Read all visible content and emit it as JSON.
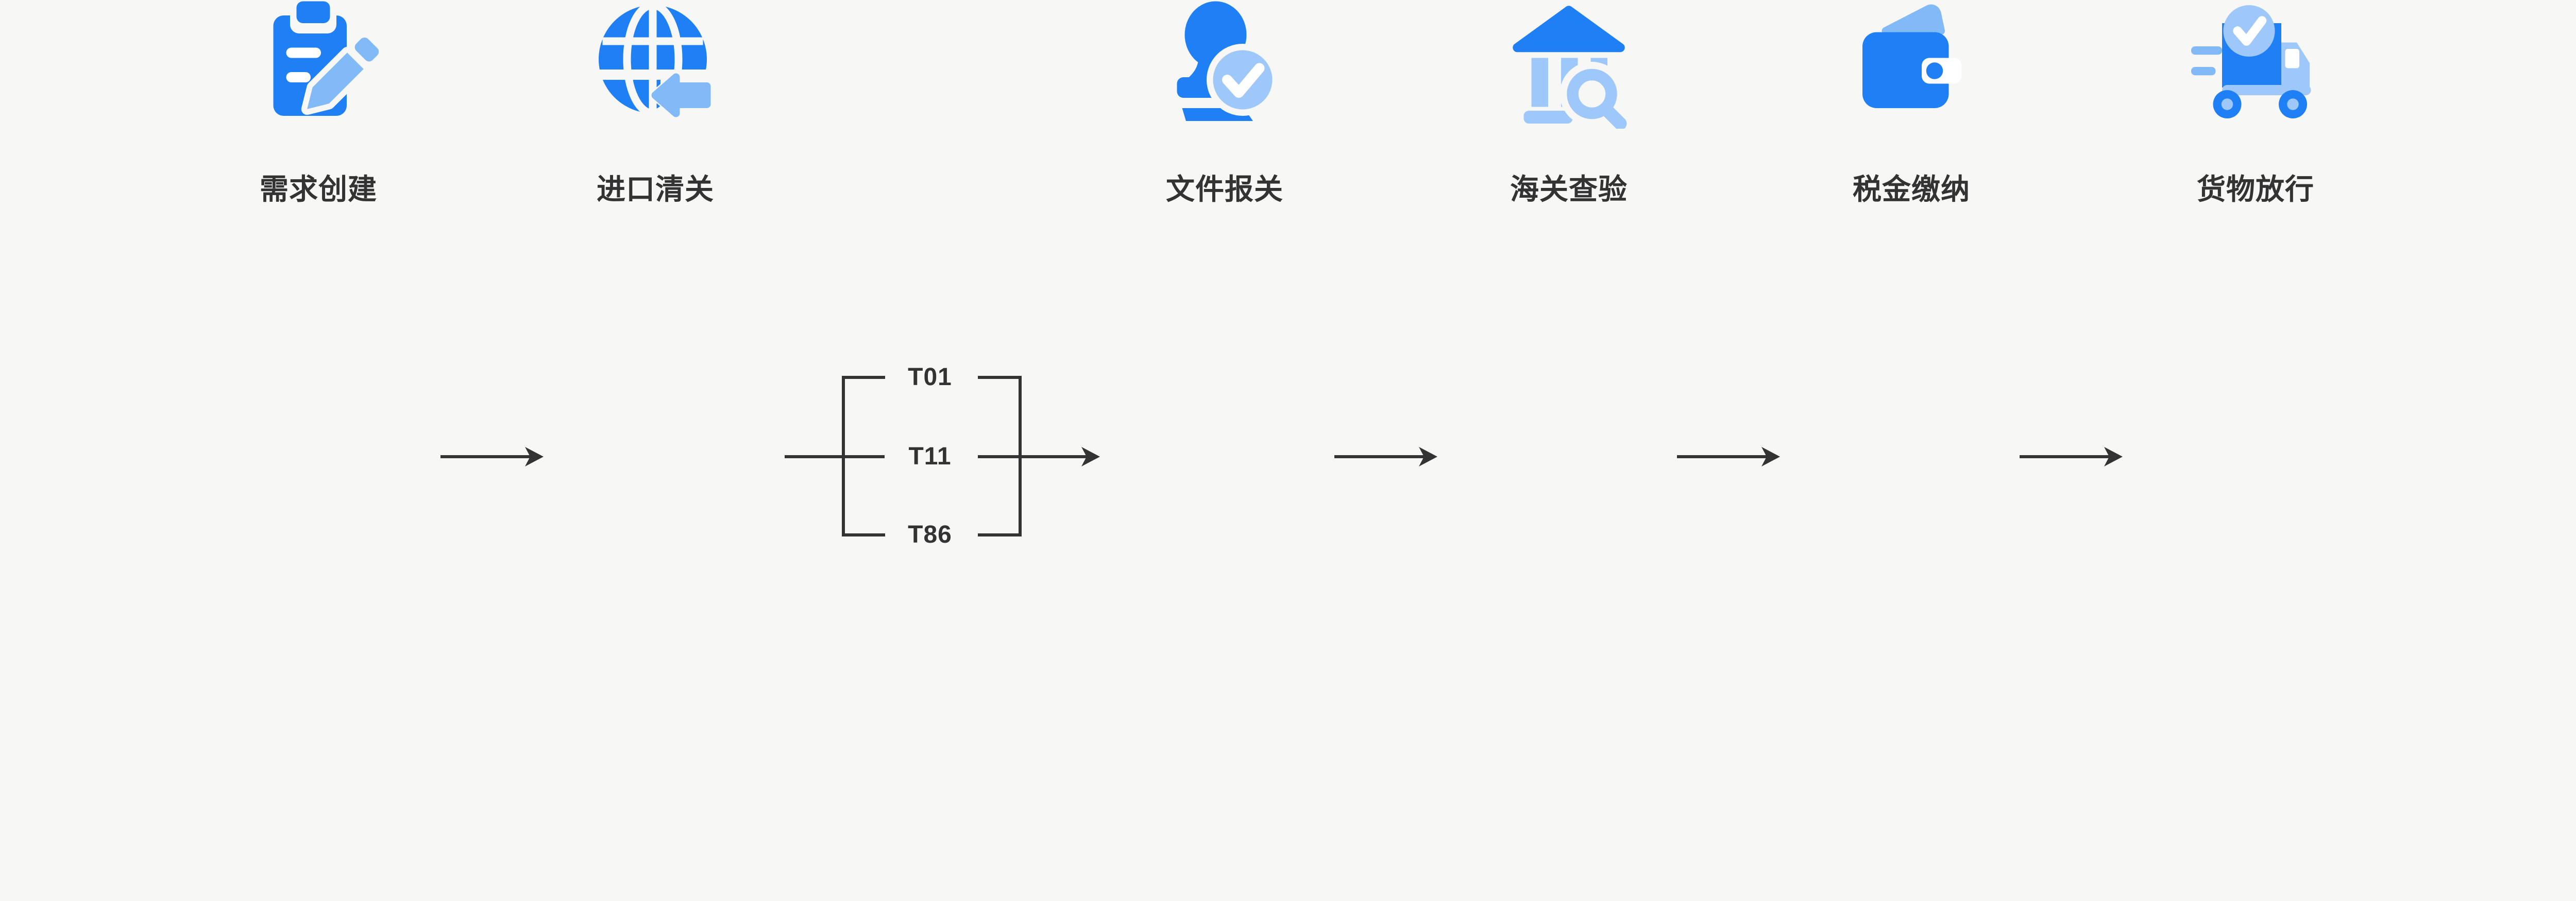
{
  "diagram": {
    "title": "import-customs-clearance-flow",
    "nodes": [
      {
        "id": "demand-creation",
        "label": "需求创建",
        "icon": "clipboard-edit-icon"
      },
      {
        "id": "import-clearance",
        "label": "进口清关",
        "icon": "globe-import-icon"
      },
      {
        "id": "document-declaration",
        "label": "文件报关",
        "icon": "stamp-check-icon"
      },
      {
        "id": "customs-inspection",
        "label": "海关查验",
        "icon": "bank-search-icon"
      },
      {
        "id": "tax-payment",
        "label": "税金缴纳",
        "icon": "wallet-icon"
      },
      {
        "id": "cargo-release",
        "label": "货物放行",
        "icon": "truck-check-icon"
      }
    ],
    "branch_labels": [
      "T01",
      "T11",
      "T86"
    ]
  },
  "colors": {
    "background": "#f7f7f5",
    "primary_blue": "#1f80f6",
    "light_blue": "#82baf8",
    "pale_blue": "#9ec7fa",
    "line": "#333333",
    "text": "#333333"
  }
}
